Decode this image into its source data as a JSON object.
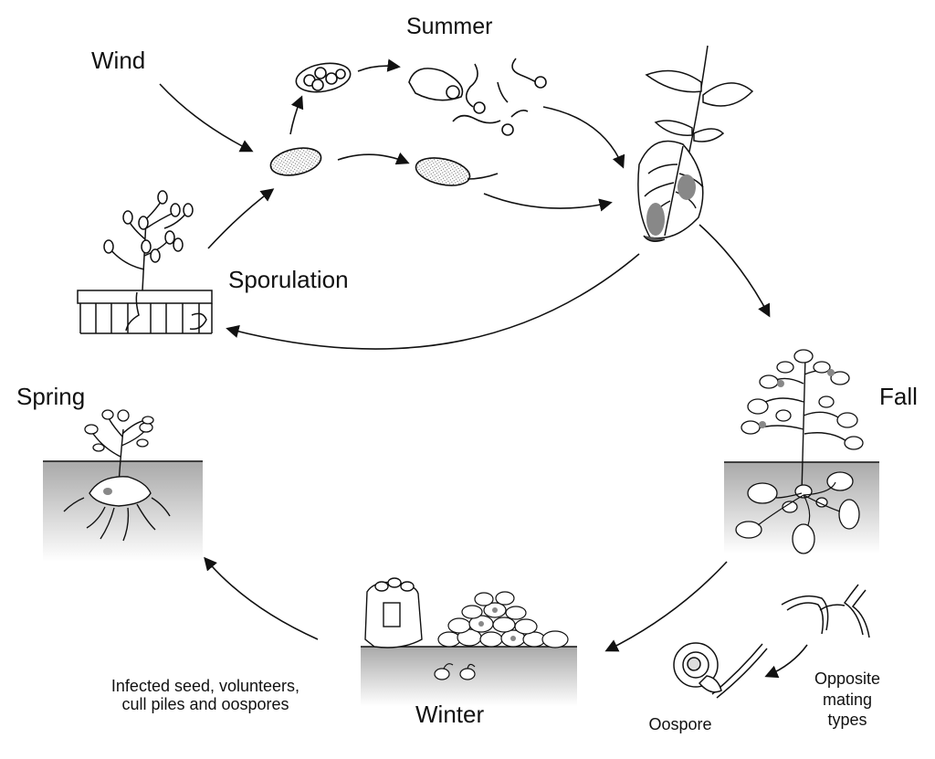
{
  "labels": {
    "wind": "Wind",
    "summer": "Summer",
    "sporulation": "Sporulation",
    "spring": "Spring",
    "fall": "Fall",
    "winter": "Winter",
    "infected_line1": "Infected seed, volunteers,",
    "infected_line2": "cull piles and oospores",
    "oospore": "Oospore",
    "mating_line1": "Opposite",
    "mating_line2": "mating",
    "mating_line3": "types"
  },
  "colors": {
    "ink": "#111111",
    "lesion": "#888888",
    "soil_top": "#a9a9a9",
    "soil_bottom": "#ffffff"
  }
}
